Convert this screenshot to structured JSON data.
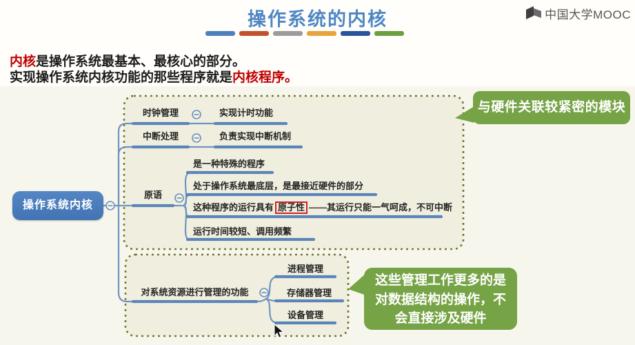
{
  "header": {
    "title": "操作系统的内核",
    "logo_text": "中国大学MOOC"
  },
  "intro": {
    "line1_highlight": "内核",
    "line1_rest": "是操作系统最基本、最核心的部分。",
    "line2_prefix": "实现操作系统内核功能的那些程序就是",
    "line2_highlight": "内核程序。"
  },
  "mindmap": {
    "root_label": "操作系统内核",
    "clock_label": "时钟管理",
    "clock_child": "实现计时功能",
    "interrupt_label": "中断处理",
    "interrupt_child": "负责实现中断机制",
    "primitive_label": "原语",
    "primitive_child1": "是一种特殊的程序",
    "primitive_child2": "处于操作系统最底层，是最接近硬件的部分",
    "primitive_child3_pre": "这种程序的运行具有",
    "primitive_child3_boxed": "原子性",
    "primitive_child3_post": "——其运行只能一气呵成，不可中断",
    "primitive_child4": "运行时间较短、调用频繁",
    "resource_label": "对系统资源进行管理的功能",
    "resource_child1": "进程管理",
    "resource_child2": "存储器管理",
    "resource_child3": "设备管理"
  },
  "callouts": {
    "hardware": "与硬件关联较紧密的模块",
    "data_line1": "这些管理工作更多的是",
    "data_line2": "对数据结构的操作，不",
    "data_line3": "会直接涉及硬件"
  },
  "colors": {
    "title_blue": "#4e86c4",
    "node_blue": "#4a7cbd",
    "line_blue": "#5b84b8",
    "callout_green": "#76a345",
    "highlight_red": "#c00000",
    "dotted_olive": "#707030",
    "bars": [
      "#4e80bd",
      "#c0532b",
      "#9c9c9c",
      "#e8a33d",
      "#27549b",
      "#6f9e3f"
    ]
  }
}
